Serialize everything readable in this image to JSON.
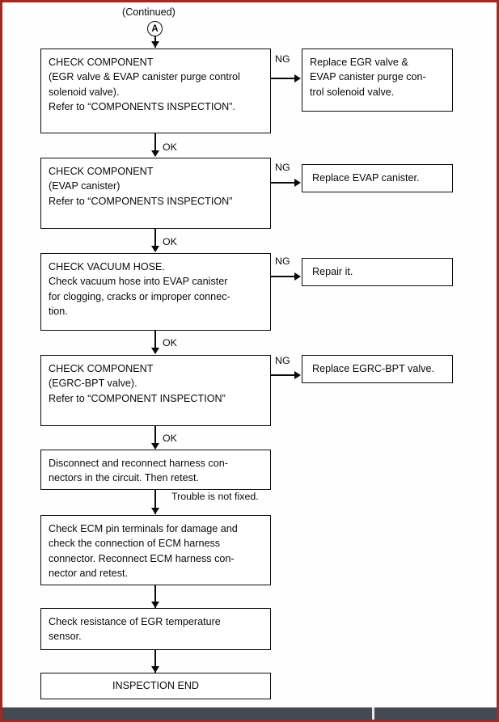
{
  "page": {
    "frame_color": "#9e2b26",
    "background": "#ffffff",
    "ink_color": "#0a0a0a",
    "scrollbar_color": "#434a54"
  },
  "entry": {
    "continued_label": "(Continued)",
    "connector_label": "A"
  },
  "chart_data": {
    "type": "diagram",
    "title": "",
    "nodes": [
      {
        "id": "check-egr-evap-solenoid",
        "kind": "process",
        "lines": [
          "CHECK COMPONENT",
          "(EGR valve & EVAP canister purge control",
          "solenoid valve).",
          "Refer to “COMPONENTS INSPECTION”."
        ]
      },
      {
        "id": "replace-egr-evap-solenoid",
        "kind": "action",
        "lines": [
          "Replace EGR valve &",
          "EVAP canister purge con-",
          "trol solenoid valve."
        ]
      },
      {
        "id": "check-evap-canister",
        "kind": "process",
        "lines": [
          "CHECK COMPONENT",
          "(EVAP canister)",
          "Refer to “COMPONENTS INSPECTION”"
        ]
      },
      {
        "id": "replace-evap-canister",
        "kind": "action",
        "lines": [
          "Replace EVAP canister."
        ]
      },
      {
        "id": "check-vacuum-hose",
        "kind": "process",
        "lines": [
          "CHECK VACUUM HOSE.",
          "Check vacuum hose into EVAP canister",
          "for clogging, cracks or improper connec-",
          "tion."
        ]
      },
      {
        "id": "repair-it",
        "kind": "action",
        "lines": [
          "Repair it."
        ]
      },
      {
        "id": "check-egrc-bpt-valve",
        "kind": "process",
        "lines": [
          "CHECK COMPONENT",
          "(EGRC-BPT valve).",
          "Refer to “COMPONENT INSPECTION”"
        ]
      },
      {
        "id": "replace-egrc-bpt-valve",
        "kind": "action",
        "lines": [
          "Replace EGRC-BPT valve."
        ]
      },
      {
        "id": "disconnect-reconnect-harness",
        "kind": "process",
        "lines": [
          "Disconnect and reconnect harness con-",
          "nectors in the circuit. Then retest."
        ]
      },
      {
        "id": "check-ecm-pin-terminals",
        "kind": "process",
        "lines": [
          "Check ECM pin terminals for damage and",
          "check the connection of ECM harness",
          "connector. Reconnect ECM harness con-",
          "nector and retest."
        ]
      },
      {
        "id": "check-egr-temperature-sensor",
        "kind": "process",
        "lines": [
          "Check resistance of EGR temperature",
          "sensor."
        ]
      },
      {
        "id": "inspection-end",
        "kind": "terminator",
        "lines": [
          "INSPECTION END"
        ]
      }
    ],
    "edges": [
      {
        "from": "entry",
        "to": "check-egr-evap-solenoid",
        "label": "",
        "direction": "down"
      },
      {
        "from": "check-egr-evap-solenoid",
        "to": "replace-egr-evap-solenoid",
        "label": "NG",
        "direction": "right"
      },
      {
        "from": "check-egr-evap-solenoid",
        "to": "check-evap-canister",
        "label": "OK",
        "direction": "down"
      },
      {
        "from": "check-evap-canister",
        "to": "replace-evap-canister",
        "label": "NG",
        "direction": "right"
      },
      {
        "from": "check-evap-canister",
        "to": "check-vacuum-hose",
        "label": "OK",
        "direction": "down"
      },
      {
        "from": "check-vacuum-hose",
        "to": "repair-it",
        "label": "NG",
        "direction": "right"
      },
      {
        "from": "check-vacuum-hose",
        "to": "check-egrc-bpt-valve",
        "label": "OK",
        "direction": "down"
      },
      {
        "from": "check-egrc-bpt-valve",
        "to": "replace-egrc-bpt-valve",
        "label": "NG",
        "direction": "right"
      },
      {
        "from": "check-egrc-bpt-valve",
        "to": "disconnect-reconnect-harness",
        "label": "OK",
        "direction": "down"
      },
      {
        "from": "disconnect-reconnect-harness",
        "to": "check-ecm-pin-terminals",
        "label": "Trouble is not fixed.",
        "direction": "down"
      },
      {
        "from": "check-ecm-pin-terminals",
        "to": "check-egr-temperature-sensor",
        "label": "",
        "direction": "down"
      },
      {
        "from": "check-egr-temperature-sensor",
        "to": "inspection-end",
        "label": "",
        "direction": "down"
      }
    ]
  },
  "labels": {
    "ng_1": "NG",
    "ng_2": "NG",
    "ng_3": "NG",
    "ng_4": "NG",
    "ok_1": "OK",
    "ok_2": "OK",
    "ok_3": "OK",
    "ok_4": "OK",
    "trouble_not_fixed": "Trouble is not fixed."
  }
}
